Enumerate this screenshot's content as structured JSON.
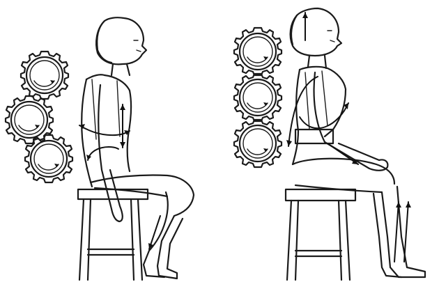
{
  "figure": {
    "panels": [
      {
        "id": "slouched",
        "gear_count": 3,
        "gear_layout": "staggered"
      },
      {
        "id": "upright",
        "gear_count": 3,
        "gear_layout": "stacked"
      }
    ],
    "colors": {
      "ink": "#1a1a1a",
      "background": "#ffffff"
    }
  }
}
